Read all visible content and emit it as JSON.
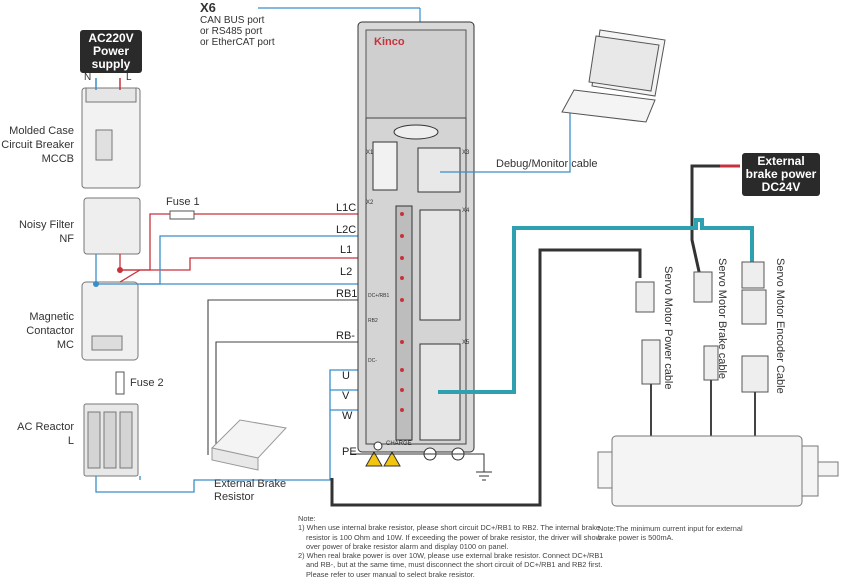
{
  "port_x6": {
    "title": "X6",
    "lines": [
      "CAN BUS port",
      "or RS485 port",
      "or EtherCAT port"
    ]
  },
  "power_supply": {
    "lines": [
      "AC220V",
      "Power",
      "supply"
    ],
    "n": "N",
    "l": "L"
  },
  "components": {
    "mccb": [
      "Molded Case",
      "Circuit Breaker",
      "MCCB"
    ],
    "filter": [
      "Noisy Filter",
      "NF"
    ],
    "contactor": [
      "Magnetic",
      "Contactor",
      "MC"
    ],
    "reactor": [
      "AC Reactor",
      "L"
    ]
  },
  "fuses": {
    "fuse1": "Fuse 1",
    "fuse2": "Fuse 2"
  },
  "brand": "Kinco",
  "driver_ports": {
    "x1": "X1",
    "x2": "X2",
    "x3": "X3",
    "x4": "X4",
    "x5": "X5",
    "charge": "CHARGE"
  },
  "terminals": [
    "L1C",
    "L2C",
    "L1",
    "L2",
    "RB1",
    "RB-",
    "U",
    "V",
    "W",
    "PE"
  ],
  "terminal_small": [
    "DC+/RB1",
    "RB2",
    "DC-"
  ],
  "debug_cable": "Debug/Monitor cable",
  "brake_power": {
    "lines": [
      "External",
      "brake power",
      "DC24V"
    ]
  },
  "cables": {
    "power": "Servo Motor Power cable",
    "brake": "Servo Motor Brake cable",
    "encoder": "Servo Motor Encoder Cable"
  },
  "brake_resistor": [
    "External Brake",
    "Resistor"
  ],
  "note": {
    "title": "Note:",
    "lines": [
      "1) When use internal brake resistor, please short circuit DC+/RB1 to RB2. The internal brake",
      "resistor is 100 Ohm and 10W. If exceeding the power of brake resistor, the driver will show",
      "over power of brake resistor alarm and display 0100 on panel.",
      "2) When real brake power is over 10W, please use external brake resistor. Connect DC+/RB1",
      "and RB-, but at the same time, must disconnect the short circuit of DC+/RB1 and RB2 first.",
      "Please refer to user manual to select brake resistor."
    ]
  },
  "note_right": [
    "Note:The minimum current input for external",
    "brake power is 500mA."
  ],
  "colors": {
    "red": "#c8323c",
    "blue": "#3a8ec8",
    "teal": "#2ea0b0",
    "dark": "#2a2a2a",
    "driver": "#d9d9d9"
  }
}
